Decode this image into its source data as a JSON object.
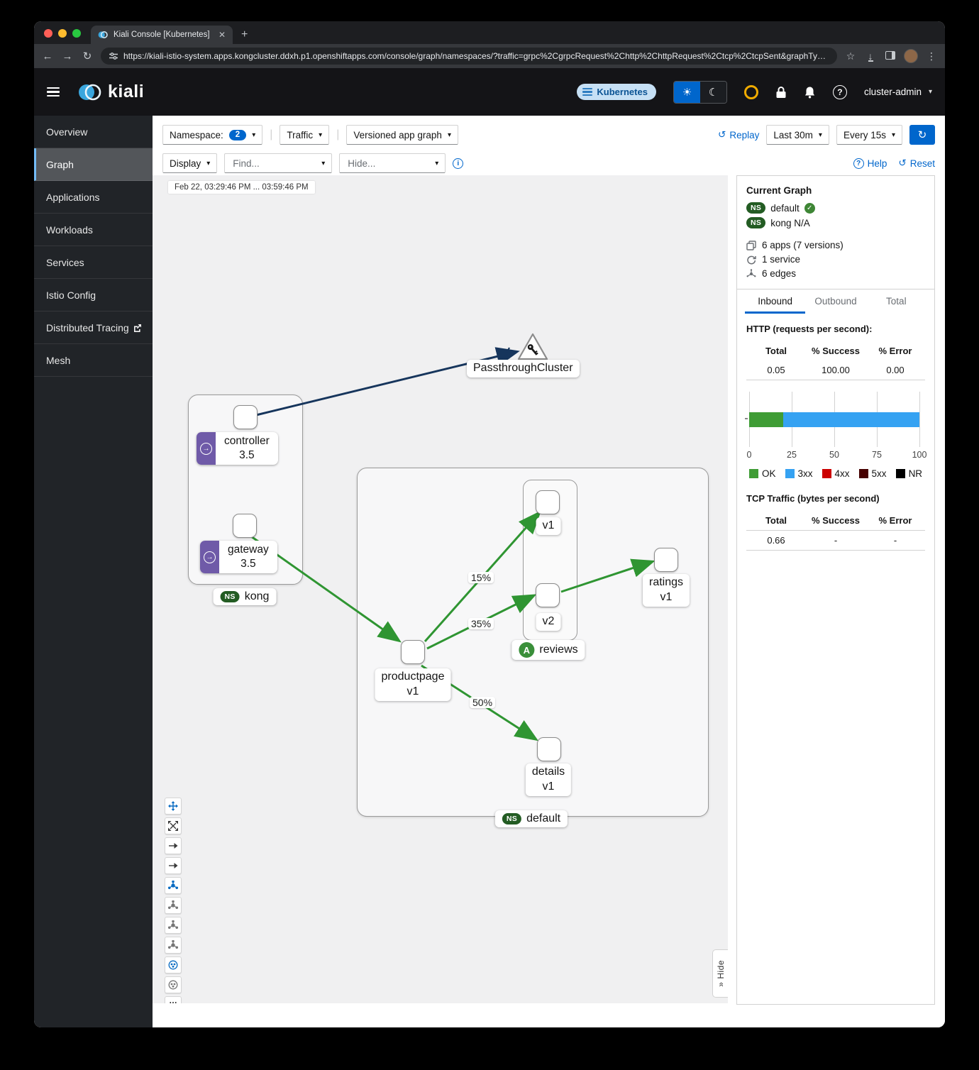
{
  "browser": {
    "tab_title": "Kiali Console [Kubernetes]",
    "url": "https://kiali-istio-system.apps.kongcluster.ddxh.p1.openshiftapps.com/console/graph/namespaces/?traffic=grpc%2CgrpcRequest%2Chttp%2ChttpRequest%2Ctcp%2CtcpSent&graphTyp..."
  },
  "masthead": {
    "brand": "kiali",
    "cluster_badge": "Kubernetes",
    "user": "cluster-admin"
  },
  "sidebar": {
    "items": [
      {
        "label": "Overview"
      },
      {
        "label": "Graph"
      },
      {
        "label": "Applications"
      },
      {
        "label": "Workloads"
      },
      {
        "label": "Services"
      },
      {
        "label": "Istio Config"
      },
      {
        "label": "Distributed Tracing"
      },
      {
        "label": "Mesh"
      }
    ]
  },
  "toolbar": {
    "namespace_label": "Namespace:",
    "namespace_count": "2",
    "traffic": "Traffic",
    "graph_type": "Versioned app graph",
    "display": "Display",
    "find_placeholder": "Find...",
    "hide_placeholder": "Hide...",
    "replay": "Replay",
    "time_range": "Last 30m",
    "refresh_interval": "Every 15s",
    "help": "Help",
    "reset": "Reset"
  },
  "graph": {
    "timestamp": "Feb 22, 03:29:46 PM ... 03:59:46 PM",
    "hide_tab": "» Hide",
    "ns_badge": "NS",
    "groups": {
      "kong": {
        "ns_label": "kong"
      },
      "default_ns": {
        "ns_label": "default"
      },
      "reviews": {
        "badge": "A",
        "app_label": "reviews"
      }
    },
    "nodes": {
      "controller": {
        "line1": "controller",
        "line2": "3.5"
      },
      "gateway": {
        "line1": "gateway",
        "line2": "3.5"
      },
      "passthrough": {
        "label": "PassthroughCluster"
      },
      "productpage": {
        "line1": "productpage",
        "line2": "v1"
      },
      "reviews_v1": {
        "label": "v1"
      },
      "reviews_v2": {
        "label": "v2"
      },
      "ratings": {
        "line1": "ratings",
        "line2": "v1"
      },
      "details": {
        "line1": "details",
        "line2": "v1"
      }
    },
    "edge_labels": {
      "to_reviews_v1": "15%",
      "to_reviews_v2": "35%",
      "to_details": "50%"
    }
  },
  "side_panel": {
    "title": "Current Graph",
    "namespaces": [
      {
        "badge": "NS",
        "name": "default",
        "status": "ok"
      },
      {
        "badge": "NS",
        "name": "kong N/A",
        "status": ""
      }
    ],
    "stats": [
      {
        "label": "6 apps (7 versions)"
      },
      {
        "label": "1 service"
      },
      {
        "label": "6 edges"
      }
    ],
    "tabs": [
      "Inbound",
      "Outbound",
      "Total"
    ],
    "active_tab": "Inbound",
    "http_title": "HTTP (requests per second):",
    "http_table": {
      "headers": [
        "Total",
        "% Success",
        "% Error"
      ],
      "row": [
        "0.05",
        "100.00",
        "0.00"
      ]
    },
    "chart_data": {
      "type": "bar",
      "orientation": "horizontal",
      "stacked": true,
      "xlim": [
        0,
        100
      ],
      "ticks": [
        "0",
        "25",
        "50",
        "75",
        "100"
      ],
      "series": [
        {
          "name": "OK",
          "value": 20,
          "color": "#3f9c35"
        },
        {
          "name": "3xx",
          "value": 80,
          "color": "#35a2f2"
        },
        {
          "name": "4xx",
          "value": 0,
          "color": "#cc0000"
        },
        {
          "name": "5xx",
          "value": 0,
          "color": "#460000"
        },
        {
          "name": "NR",
          "value": 0,
          "color": "#000000"
        }
      ]
    },
    "tcp_title": "TCP Traffic (bytes per second)",
    "tcp_table": {
      "headers": [
        "Total",
        "% Success",
        "% Error"
      ],
      "row": [
        "0.66",
        "-",
        "-"
      ]
    }
  }
}
